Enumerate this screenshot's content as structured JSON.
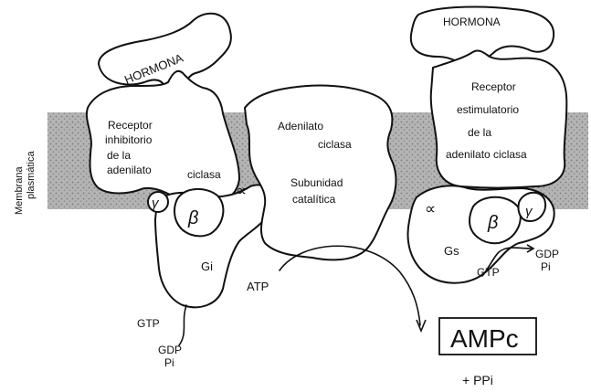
{
  "diagram": {
    "membrane_label": [
      "Membrana",
      "plasmática"
    ],
    "hormone_left": "HORMONA",
    "hormone_right": "HORMONA",
    "receptor_inhibitory": [
      "Receptor",
      "inhibitorio",
      "de la",
      "adenilato",
      "ciclasa"
    ],
    "adenylate_cyclase": [
      "Adenilato",
      "ciclasa"
    ],
    "catalytic_subunit": [
      "Subunidad",
      "catalítica"
    ],
    "receptor_stimulatory": [
      "Receptor",
      "estimulatorio",
      "de la",
      "adenilato ciclasa"
    ],
    "gamma": "γ",
    "beta": "β",
    "alpha": "∝",
    "gi_label": "Gi",
    "gs_label": "Gs",
    "gtp": "GTP",
    "gdp": "GDP",
    "pi": "Pi",
    "atp": "ATP",
    "ampc": "AMPc",
    "ppi": "+ PPi",
    "colors": {
      "membrane": "#a9a9a9",
      "line": "#111111",
      "background": "#ffffff"
    }
  }
}
